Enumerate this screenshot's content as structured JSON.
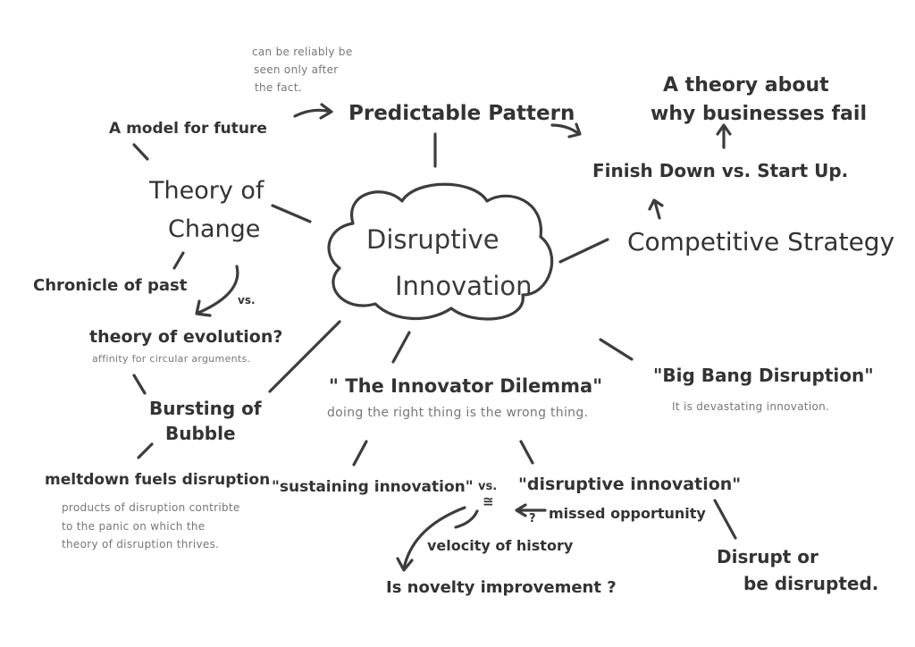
{
  "center": {
    "line1": "Disruptive",
    "line2": "Innovation"
  },
  "nodes": {
    "note_after_fact": [
      "can be reliably be",
      "seen only after",
      "the fact."
    ],
    "model_future": "A model for future",
    "predictable_pattern": "Predictable Pattern",
    "theory_about": [
      "A theory about",
      "why businesses fail"
    ],
    "finish_down": "Finish Down vs. Start Up.",
    "theory_change": [
      "Theory of",
      "Change"
    ],
    "competitive_strategy": "Competitive Strategy",
    "chronicle": "Chronicle of past",
    "vs_small": "vs.",
    "theory_evolution": "theory of evolution?",
    "affinity": "affinity for circular arguments.",
    "bursting": [
      "Bursting of",
      "Bubble"
    ],
    "innovator": "\" The Innovator Dilemma\"",
    "doing_right": "doing the right thing is the wrong thing.",
    "big_bang": "\"Big Bang Disruption\"",
    "devastating": "It is devastating innovation.",
    "meltdown": "meltdown fuels disruption",
    "products": [
      "products of disruption contribte",
      "to the panic on which the",
      "theory of disruption thrives."
    ],
    "sustaining": "\"sustaining innovation\"",
    "vs_mid": "vs.",
    "approx": "≅",
    "disruptive_inno": "\"disruptive innovation\"",
    "question_mark": "?",
    "missed": "missed opportunity",
    "velocity": "velocity of history",
    "novelty": "Is novelty improvement ?",
    "disrupt_or": [
      "Disrupt or",
      "be disrupted."
    ]
  },
  "colors": {
    "ink": "#3d3d3d",
    "note": "#777777"
  }
}
